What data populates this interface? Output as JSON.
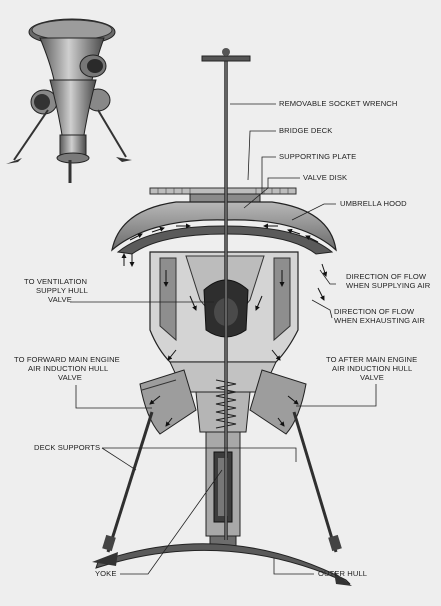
{
  "labels": {
    "removable_socket_wrench": "REMOVABLE SOCKET WRENCH",
    "bridge_deck": "BRIDGE DECK",
    "supporting_plate": "SUPPORTING PLATE",
    "valve_disk": "VALVE DISK",
    "umbrella_hood": "UMBRELLA HOOD",
    "ventilation_line1": "TO VENTILATION",
    "ventilation_line2": "SUPPLY HULL",
    "ventilation_line3": "VALVE",
    "flow_supply_line1": "DIRECTION OF FLOW",
    "flow_supply_line2": "WHEN SUPPLYING AIR",
    "flow_exhaust_line1": "DIRECTION OF FLOW",
    "flow_exhaust_line2": "WHEN EXHAUSTING AIR",
    "forward_line1": "TO FORWARD MAIN ENGINE",
    "forward_line2": "AIR INDUCTION HULL",
    "forward_line3": "VALVE",
    "after_line1": "TO AFTER MAIN ENGINE",
    "after_line2": "AIR INDUCTION HULL",
    "after_line3": "VALVE",
    "deck_supports": "DECK SUPPORTS",
    "yoke": "YOKE",
    "outer_hull": "OUTER HULL"
  }
}
